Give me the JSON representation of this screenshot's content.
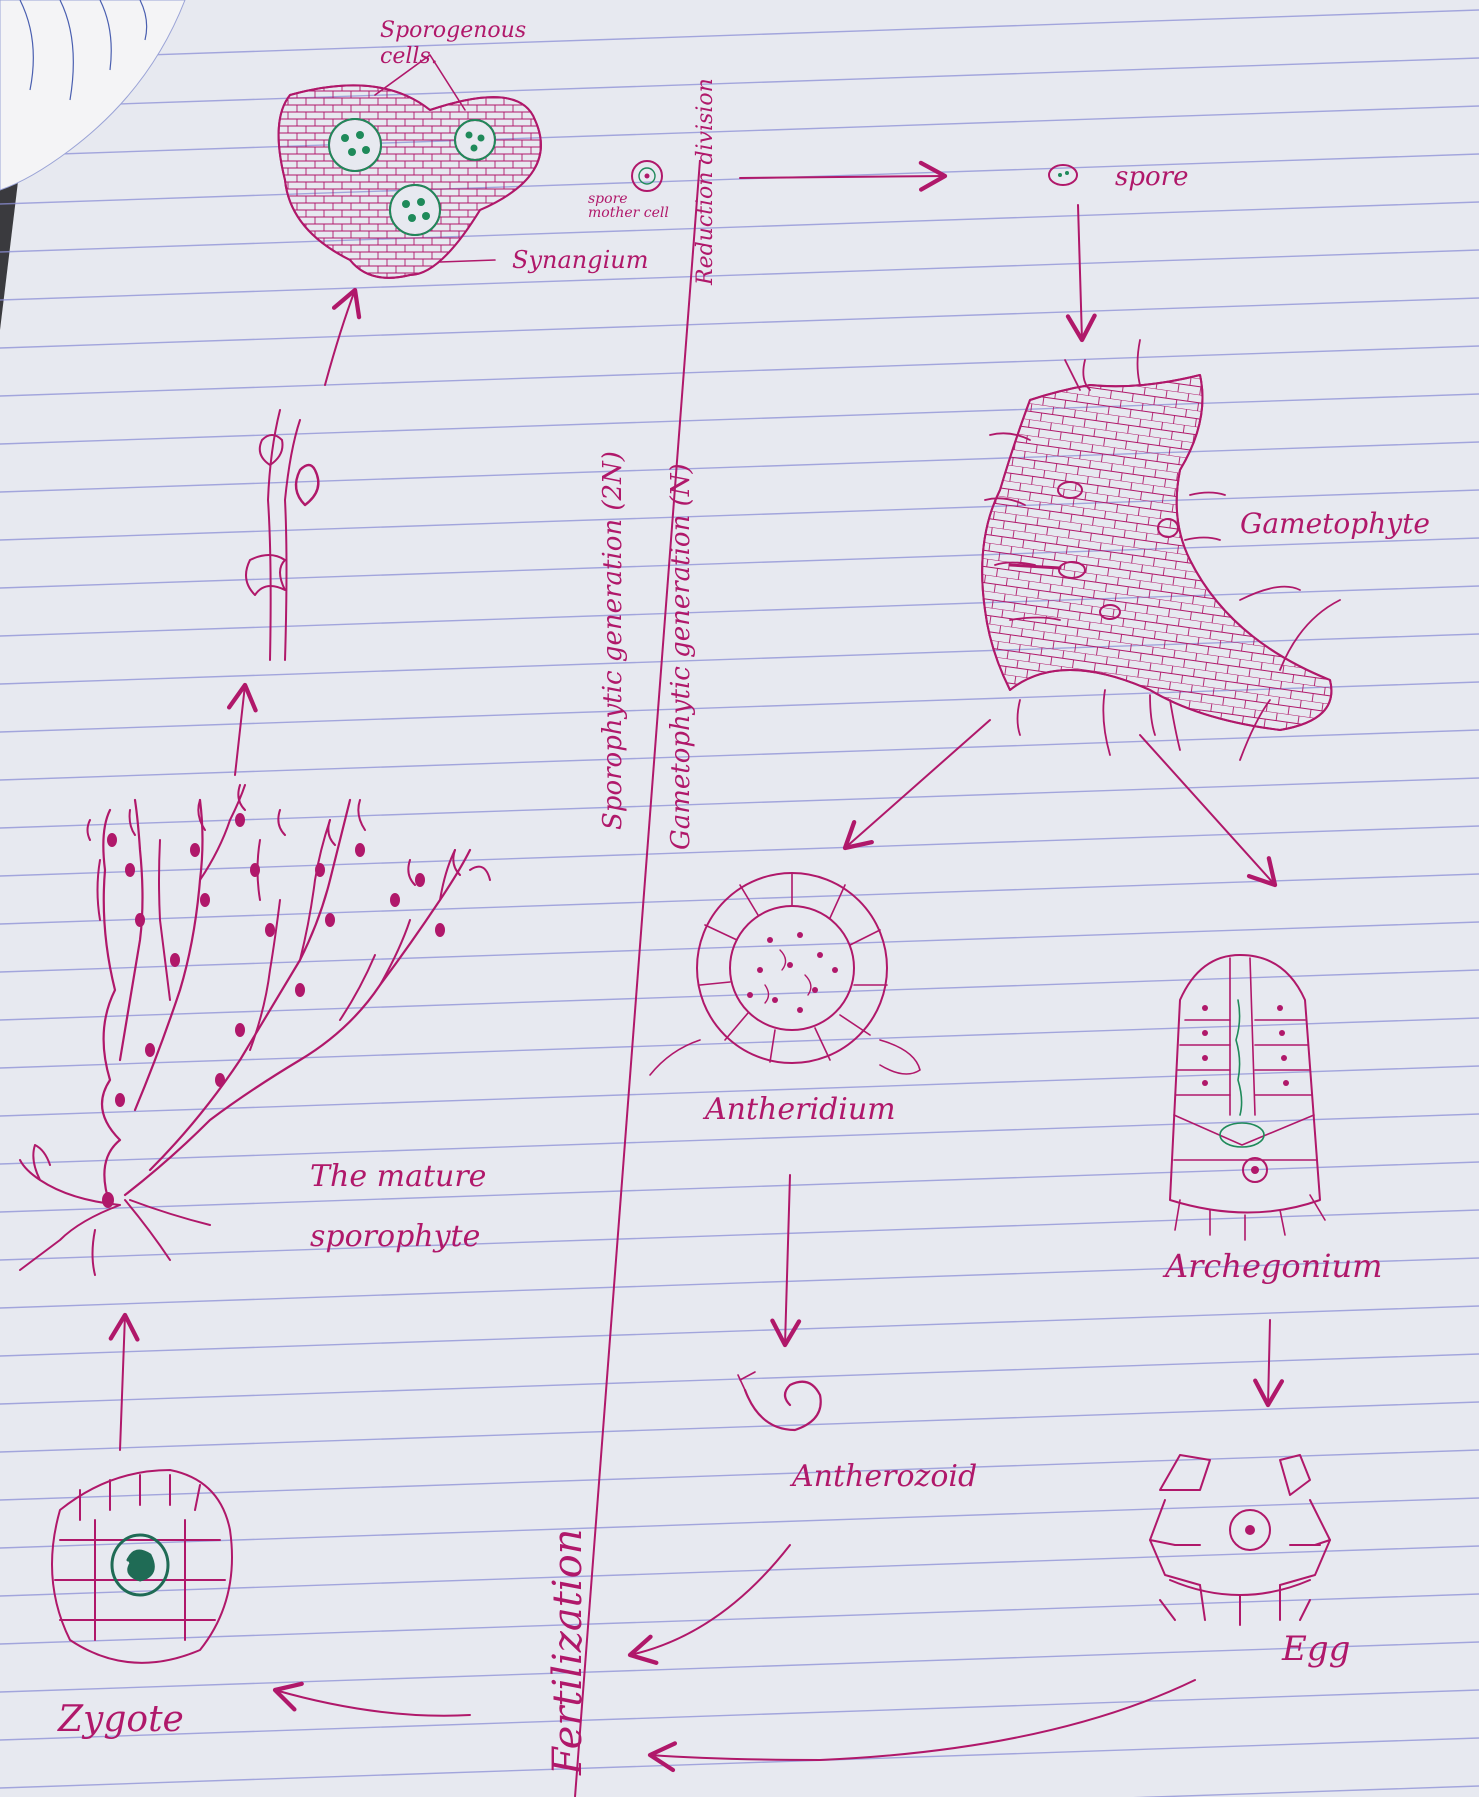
{
  "colors": {
    "ink": "#b0186a",
    "green_ink": "#1f8a5a",
    "paper": "#e7e9f0",
    "rule_line": "#8c8fd6",
    "margin_line": "#b0186a",
    "background": "#3a3a3e"
  },
  "labels": {
    "sporogenous_cells": "Sporogenous cells.",
    "synangium": "Synangium",
    "spore_mother_cell": "spore mother cell",
    "reduction_division": "Reduction division",
    "spore": "spore",
    "gametophyte": "Gametophyte",
    "sporophytic_generation": "Sporophytic generation (2N)",
    "gametophytic_generation": "Gametophytic generation (N)",
    "antheridium": "Antheridium",
    "archegonium": "Archegonium",
    "mature_sporophyte_line1": "The mature",
    "mature_sporophyte_line2": "sporophyte",
    "antherozoid": "Antherozoid",
    "egg": "Egg",
    "zygote": "Zygote",
    "fertilization": "Fertilization"
  }
}
